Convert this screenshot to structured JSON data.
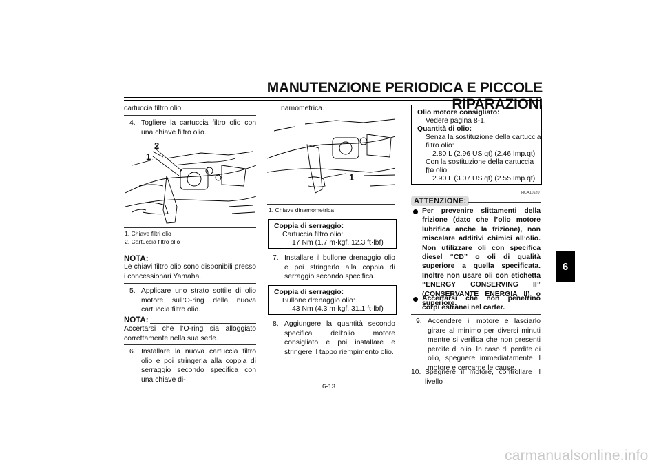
{
  "header": {
    "title": "MANUTENZIONE PERIODICA E PICCOLE RIPARAZIONI",
    "chapter_tab": "6"
  },
  "col1": {
    "intro": "cartuccia filtro olio.",
    "step4": {
      "num": "4.",
      "text": "Togliere la cartuccia filtro olio con una chiave filtro olio."
    },
    "fig1_labels": {
      "l1": "1",
      "l2": "2"
    },
    "fig1_caption": [
      "1. Chiave filtri olio",
      "2. Cartuccia filtro olio"
    ],
    "nota1": {
      "heading": "NOTA:",
      "text": "Le chiavi filtro olio sono disponibili presso i concessionari Yamaha."
    },
    "step5": {
      "num": "5.",
      "text": "Applicare uno strato sottile di olio motore sull’O-ring della nuova cartuccia filtro olio."
    },
    "nota2": {
      "heading": "NOTA:",
      "text": "Accertarsi che l’O-ring sia alloggiato correttamente nella sua sede."
    },
    "step6": {
      "num": "6.",
      "text": "Installare la nuova cartuccia filtro olio e poi stringerla alla coppia di serraggio secondo specifica con una chiave di-"
    }
  },
  "col2": {
    "intro": "namometrica.",
    "fig2_label": "1",
    "fig2_caption": "1. Chiave dinamometrica",
    "box1": {
      "heading": "Coppia di serraggio:",
      "line1": "Cartuccia filtro olio:",
      "line2": "17 Nm (1.7 m·kgf, 12.3 ft·lbf)"
    },
    "step7": {
      "num": "7.",
      "text": "Installare il bullone drenaggio olio e poi stringerlo alla coppia di serraggio secondo specifica."
    },
    "box2": {
      "heading": "Coppia di serraggio:",
      "line1": "Bullone drenaggio olio:",
      "line2": "43 Nm (4.3 m·kgf, 31.1 ft·lbf)"
    },
    "step8": {
      "num": "8.",
      "text": "Aggiungere la quantità secondo specifica dell’olio motore consigliato e poi installare e stringere il tappo riempimento olio."
    }
  },
  "col3": {
    "oil_box": {
      "heading": "Olio motore consigliato:",
      "see": "Vedere pagina 8-1.",
      "qty_heading": "Quantità di olio:",
      "without_a": "Senza la sostituzione della cartuccia",
      "without_b": "filtro olio:",
      "without_value": "2.80 L (2.96 US qt) (2.46 Imp.qt)",
      "with_a": "Con la sostituzione della cartuccia fil-",
      "with_b": "tro olio:",
      "with_value": "2.90 L (3.07 US qt) (2.55 Imp.qt)"
    },
    "code": "HCA11620",
    "attention": "ATTENZIONE:",
    "bullet1": "Per prevenire slittamenti della frizione (dato che l’olio motore lubrifica anche la frizione), non miscelare additivi chimici all’olio. Non utilizzare oli con specifica diesel “CD” o oli di qualità superiore a quella specificata. Inoltre non usare oli con etichetta “ENERGY CONSERVING II” (CONSERVANTE ENERGIA II) o superiore.",
    "bullet2": "Accertarsi che non penetrino corpi estranei nel carter.",
    "step9": {
      "num": "9.",
      "text": "Accendere il motore e lasciarlo girare al minimo per diversi minuti mentre si verifica che non presenti perdite di olio. In caso di perdite di olio, spegnere immediatamente il motore e cercarne le cause."
    },
    "step10": {
      "num": "10.",
      "text": "Spegnere il motore, controllare il livello"
    }
  },
  "footer": {
    "page_number": "6-13",
    "watermark": "carmanualsonline.info"
  }
}
